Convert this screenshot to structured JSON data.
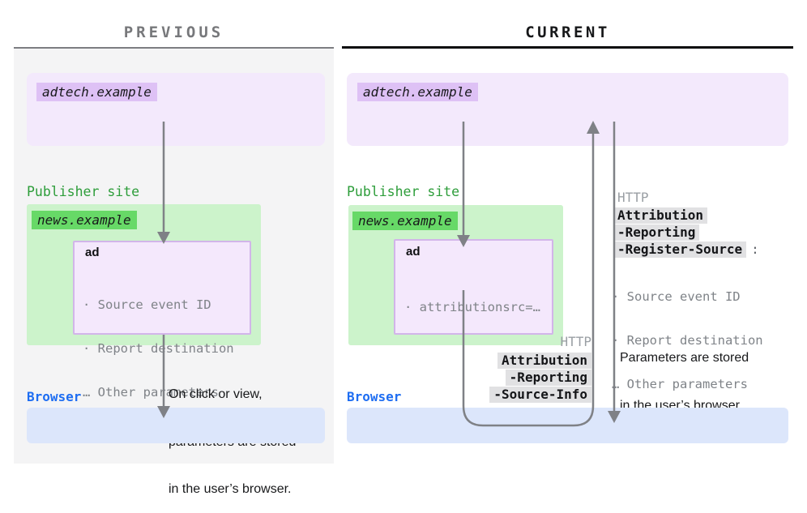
{
  "left": {
    "title": "PREVIOUS",
    "adtech_label": "adtech.example",
    "publisher_label": "Publisher site",
    "news_label": "news.example",
    "ad_title": "ad",
    "ad_params": [
      "· Source event ID",
      "· Report destination",
      "… Other parameters"
    ],
    "arrow_note": [
      "On click or view,",
      "parameters are stored",
      "in the user’s browser."
    ],
    "browser_label": "Browser"
  },
  "right": {
    "title": "CURRENT",
    "adtech_label": "adtech.example",
    "publisher_label": "Publisher site",
    "news_label": "news.example",
    "ad_title": "ad",
    "ad_params": [
      "· attributionsrc=…"
    ],
    "register_http_label": "HTTP",
    "register_header_lines": [
      "Attribution",
      "-Reporting",
      "-Register-Source"
    ],
    "register_header_suffix": ":",
    "register_params": [
      "· Source event ID",
      "· Report destination",
      "… Other parameters"
    ],
    "stored_note": [
      "Parameters are stored",
      "in the user’s browser."
    ],
    "source_info_http_label": "HTTP",
    "source_info_header_lines": [
      "Attribution",
      "-Reporting",
      "-Source-Info"
    ],
    "browser_label": "Browser"
  },
  "icons": {
    "arrow-adtech-to-ad-left": "arrow-down",
    "arrow-ad-to-browser-left": "arrow-down",
    "arrow-adtech-to-ad-right": "arrow-down",
    "arrow-ad-to-adtech-loop": "arrow-up-curved",
    "arrow-adtech-to-browser-right": "arrow-down"
  },
  "colors": {
    "left_panel_bg": "#f4f4f5",
    "adtech_box_bg": "#f3e9fc",
    "adtech_chip_bg": "#dec1f5",
    "publisher_text": "#2d9d3a",
    "green_box_bg": "#ccf3cb",
    "news_chip_bg": "#67d967",
    "ad_box_bg": "#f4e8fc",
    "ad_box_border": "#d2b5e9",
    "param_text": "#7f8388",
    "browser_text": "#1f6ef2",
    "browser_box_bg": "#dce6fb",
    "arrow": "#7f8186",
    "http_text": "#9a9fa4",
    "header_chip_bg": "#e1e1e3",
    "previous_title": "#77787b",
    "current_title": "#17181a"
  }
}
